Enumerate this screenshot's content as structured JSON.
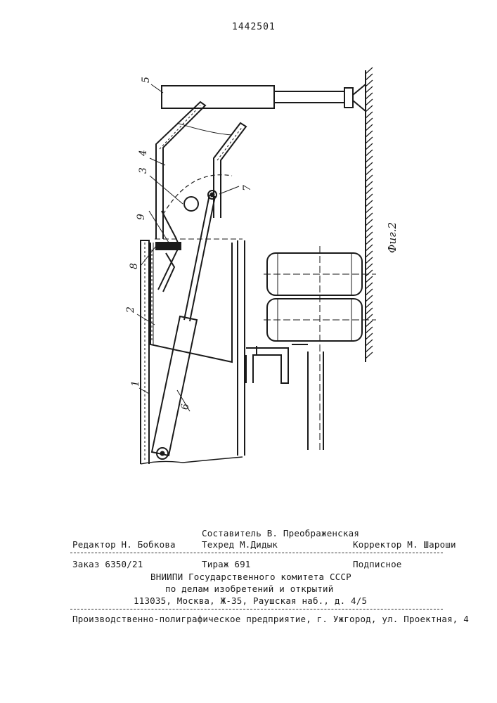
{
  "patent_number": "1442501",
  "figure": {
    "caption": "Фиг.2",
    "labels": {
      "l1": "1",
      "l2": "2",
      "l3": "3",
      "l4": "4",
      "l5": "5",
      "l6": "6",
      "l7": "7",
      "l8": "8",
      "l9": "9"
    }
  },
  "colophon": {
    "editor": "Редактор Н. Бобкова",
    "compiler": "Составитель В. Преображенская",
    "techred": "Техред М.Дидык",
    "corrector": "Корректор М. Шароши",
    "order": "Заказ 6350/21",
    "circulation": "Тираж 691",
    "subscription": "Подписное",
    "org_line1": "ВНИИПИ Государственного комитета СССР",
    "org_line2": "по делам изобретений и открытий",
    "address": "113035, Москва, Ж-35, Раушская наб., д. 4/5",
    "printer": "Производственно-полиграфическое предприятие, г. Ужгород, ул. Проектная, 4"
  }
}
